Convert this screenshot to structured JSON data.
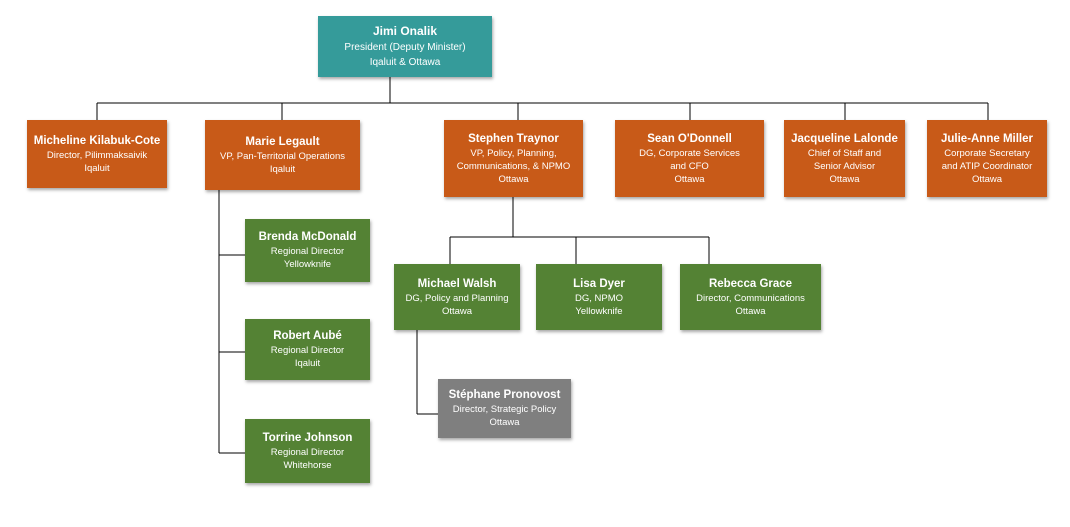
{
  "org_chart": {
    "colors": {
      "president": "#359b9a",
      "vice_level": "#c85a18",
      "director_level": "#548234",
      "sub_director": "#7f7f7f",
      "connector": "#000000",
      "text": "#ffffff"
    },
    "president": {
      "name": "Jimi Onalik",
      "title": "President (Deputy Minister)",
      "location": "Iqaluit & Ottawa"
    },
    "executives": [
      {
        "name": "Micheline Kilabuk-Cote",
        "title": "Director, Pilimmaksaivik",
        "location": "Iqaluit"
      },
      {
        "name": "Marie Legault",
        "title": "VP, Pan-Territorial Operations",
        "location": "Iqaluit"
      },
      {
        "name": "Stephen Traynor",
        "title": "VP, Policy, Planning,\nCommunications, & NPMO",
        "location": "Ottawa"
      },
      {
        "name": "Sean O'Donnell",
        "title": "DG, Corporate Services\nand CFO",
        "location": "Ottawa"
      },
      {
        "name": "Jacqueline Lalonde",
        "title": "Chief of Staff and\nSenior Advisor",
        "location": "Ottawa"
      },
      {
        "name": "Julie-Anne Miller",
        "title": "Corporate Secretary\nand ATIP Coordinator",
        "location": "Ottawa"
      }
    ],
    "regional_directors": [
      {
        "name": "Brenda McDonald",
        "title": "Regional Director",
        "location": "Yellowknife"
      },
      {
        "name": "Robert Aubé",
        "title": "Regional Director",
        "location": "Iqaluit"
      },
      {
        "name": "Torrine Johnson",
        "title": "Regional Director",
        "location": "Whitehorse"
      }
    ],
    "policy_reports": [
      {
        "name": "Michael Walsh",
        "title": "DG, Policy and Planning",
        "location": "Ottawa"
      },
      {
        "name": "Lisa Dyer",
        "title": "DG, NPMO",
        "location": "Yellowknife"
      },
      {
        "name": "Rebecca Grace",
        "title": "Director, Communications",
        "location": "Ottawa"
      }
    ],
    "policy_subreport": {
      "name": "Stéphane Pronovost",
      "title": "Director, Strategic Policy",
      "location": "Ottawa"
    }
  }
}
